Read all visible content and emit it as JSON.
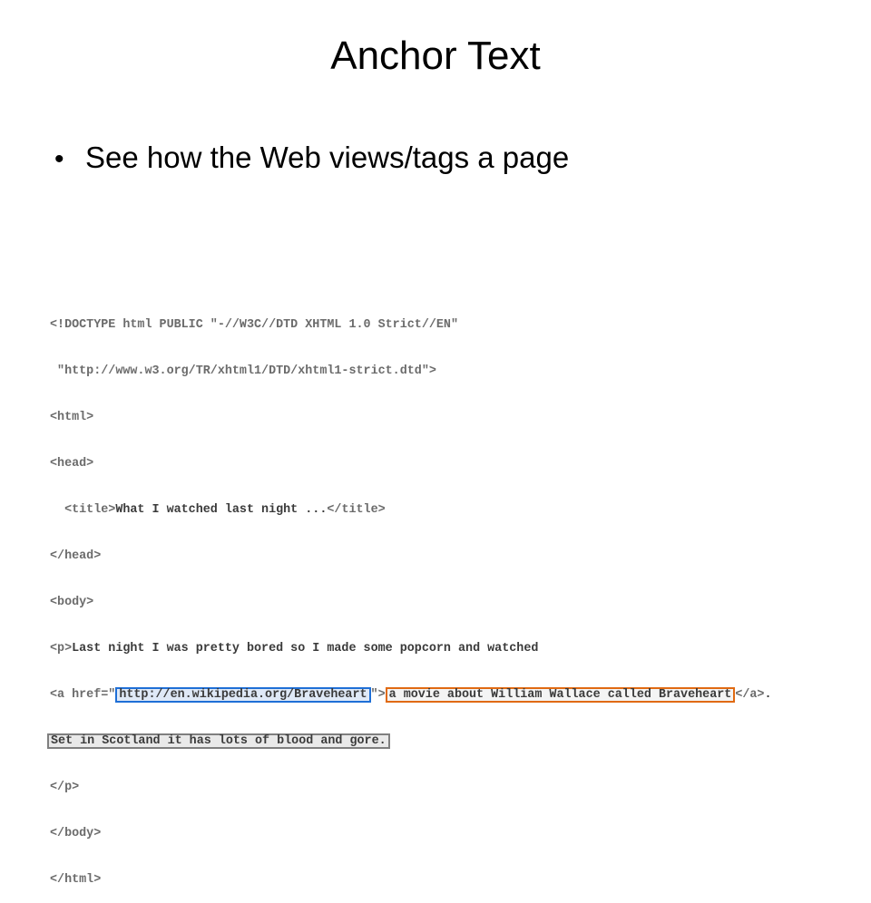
{
  "slide": {
    "title": "Anchor Text",
    "bullet": "See how the Web views/tags a page"
  },
  "code": {
    "line1": "<!DOCTYPE html PUBLIC \"-//W3C//DTD XHTML 1.0 Strict//EN\"",
    "line2": " \"http://www.w3.org/TR/xhtml1/DTD/xhtml1-strict.dtd\">",
    "line3": "<html>",
    "line4": "<head>",
    "line5_open": "  <title>",
    "line5_text": "What I watched last night ...",
    "line5_close": "</title>",
    "line6": "</head>",
    "line7": "<body>",
    "line8_open": "<p>",
    "line8_text": "Last night I was pretty bored so I made some popcorn and watched",
    "line9_prefix": "<a href=\"",
    "line9_url": "http://en.wikipedia.org/Braveheart",
    "line9_mid": "\">",
    "line9_anchor": "a movie about William Wallace called Braveheart",
    "line9_close": "</a>",
    "line9_end": ".",
    "line10": "Set in Scotland it has lots of blood and gore.",
    "line11": "</p>",
    "line12": "</body>",
    "line13": "</html>"
  },
  "colors": {
    "url_highlight": "#1f6fd6",
    "anchor_highlight": "#e06a12",
    "sentence_highlight": "#7f7f7f"
  }
}
